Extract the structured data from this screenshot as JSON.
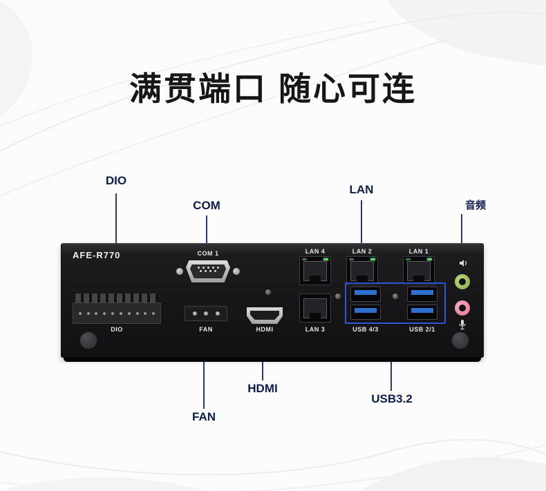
{
  "title": "满贯端口 随心可连",
  "callouts": {
    "dio": "DIO",
    "com": "COM",
    "lan": "LAN",
    "audio": "音频",
    "hdmi": "HDMI",
    "fan": "FAN",
    "usb": "USB3.2"
  },
  "panel": {
    "model": "AFE-R770",
    "labels": {
      "com1": "COM 1",
      "lan4": "LAN 4",
      "lan2": "LAN 2",
      "lan1": "LAN 1",
      "lan3": "LAN 3",
      "dio": "DIO",
      "fan": "FAN",
      "hdmi": "HDMI",
      "usb43": "USB 4/3",
      "usb21": "USB 2/1"
    }
  },
  "colors": {
    "callout_text": "#0d1c4a",
    "leader_line": "#25387f",
    "usb_highlight_box": "#2e56d6",
    "usb_tongue": "#2f6fd0",
    "audio_green": "#8aa945",
    "audio_pink": "#e4718f",
    "panel_black": "#141416",
    "title_text": "#161616"
  }
}
